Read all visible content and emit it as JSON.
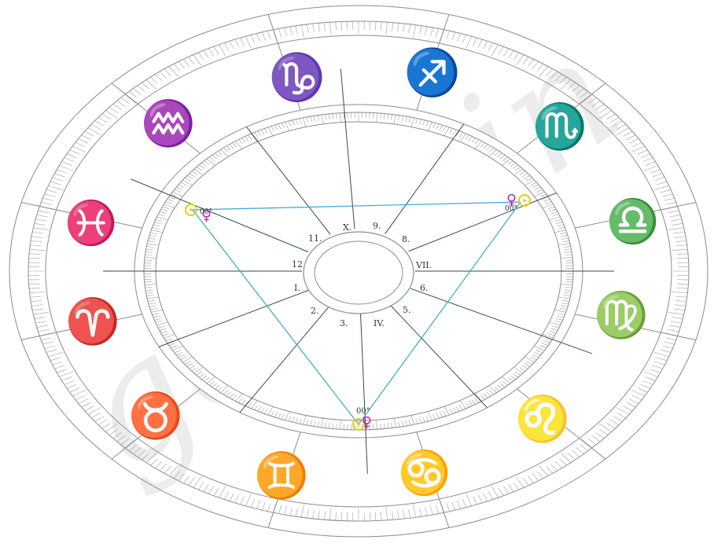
{
  "watermark": "gerodin",
  "houses": [
    "X.",
    "9.",
    "8.",
    "VII.",
    "6.",
    "5.",
    "IV.",
    "3.",
    "2.",
    "I.",
    "12",
    "11."
  ],
  "degree_labels": [
    "00°",
    "00°",
    "00°"
  ],
  "planet_glyphs": {
    "sun": "☉",
    "venus": "♀"
  },
  "zodiac": [
    {
      "name": "capricorn",
      "glyph": "♑",
      "color": "#7a5a1e"
    },
    {
      "name": "sagittarius",
      "glyph": "♐",
      "color": "#b31fb3"
    },
    {
      "name": "scorpio",
      "glyph": "♏",
      "color": "#cc1414"
    },
    {
      "name": "libra",
      "glyph": "♎",
      "color": "#ee22cc"
    },
    {
      "name": "virgo",
      "glyph": "♍",
      "color": "#cc6a10"
    },
    {
      "name": "leo",
      "glyph": "♌",
      "color": "#f0b400"
    },
    {
      "name": "cancer",
      "glyph": "♋",
      "color": "#2aa0c8"
    },
    {
      "name": "gemini",
      "glyph": "♊",
      "color": "#3a7fb8"
    },
    {
      "name": "taurus",
      "glyph": "♉",
      "color": "#8cc21e"
    },
    {
      "name": "aries",
      "glyph": "♈",
      "color": "#dd1111"
    },
    {
      "name": "pisces",
      "glyph": "♓",
      "color": "#2a9fcf"
    },
    {
      "name": "aquarius",
      "glyph": "♒",
      "color": "#22c8d8"
    }
  ],
  "colors": {
    "ring_stroke": "#8c8c8c",
    "cusp_line": "#2f4f4f",
    "aspect_line": "#3aa6d0",
    "sun": "#e5cc1a",
    "venus": "#c020c0",
    "label": "#333333",
    "watermark": "#ececec"
  }
}
